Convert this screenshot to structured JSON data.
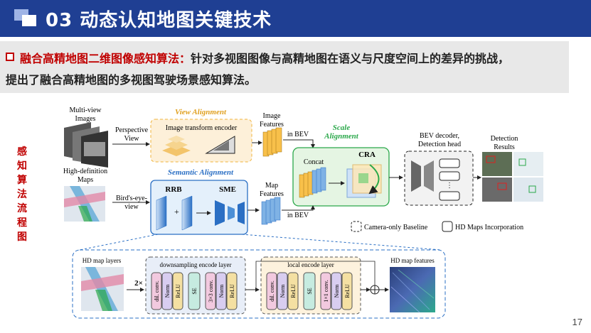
{
  "header": {
    "title": "03 动态认知地图关键技术"
  },
  "intro": {
    "label": "融合高精地图二维图像感知算法：",
    "line1_rest": "针对多视图图像与高精地图在语义与尺度空间上的差异的挑战，",
    "line2": "提出了融合高精地图的多视图驾驶场景感知算法。"
  },
  "side_label": "感知算法流程图",
  "page_number": "17",
  "diagram": {
    "multiview_label": [
      "Multi-view",
      "Images"
    ],
    "perspective_label": [
      "Perspective",
      "View"
    ],
    "view_alignment": "View Alignment",
    "image_encoder": "Image transform encoder",
    "image_features": [
      "Image",
      "Features"
    ],
    "in_bev_1": "in BEV",
    "scale_alignment": [
      "Scale",
      "Alignment"
    ],
    "concat": "Concat",
    "cra": "CRA",
    "bev_decoder": [
      "BEV decoder,",
      "Detection head"
    ],
    "detection_results": [
      "Detection",
      "Results"
    ],
    "hd_label": [
      "High-definition",
      "Maps"
    ],
    "birds_eye": [
      "Bird's-eye-",
      "view"
    ],
    "semantic_alignment": "Semantic Alignment",
    "rrb": "RRB",
    "sme": "SME",
    "map_features": [
      "Map",
      "Features"
    ],
    "in_bev_2": "in BEV",
    "legend_camera": "Camera-only Baseline",
    "legend_hd": "HD Maps Incorporation",
    "hd_map_layers": "HD map layers",
    "times2": "2×",
    "downsampling": "downsampling encode layer",
    "local_encode": "local encode layer",
    "hd_map_features": "HD map features",
    "dil_conv": "dil. conv.",
    "norm": "Norm",
    "relu": "ReLU",
    "se": "SE",
    "conv33": "3×3 conv.",
    "conv11": "1×1 conv.",
    "colors": {
      "header": "#1f3f93",
      "accent": "#c00000",
      "view": "#f0b43c",
      "semantic": "#2a6fc4",
      "scale": "#2aa84a"
    }
  }
}
